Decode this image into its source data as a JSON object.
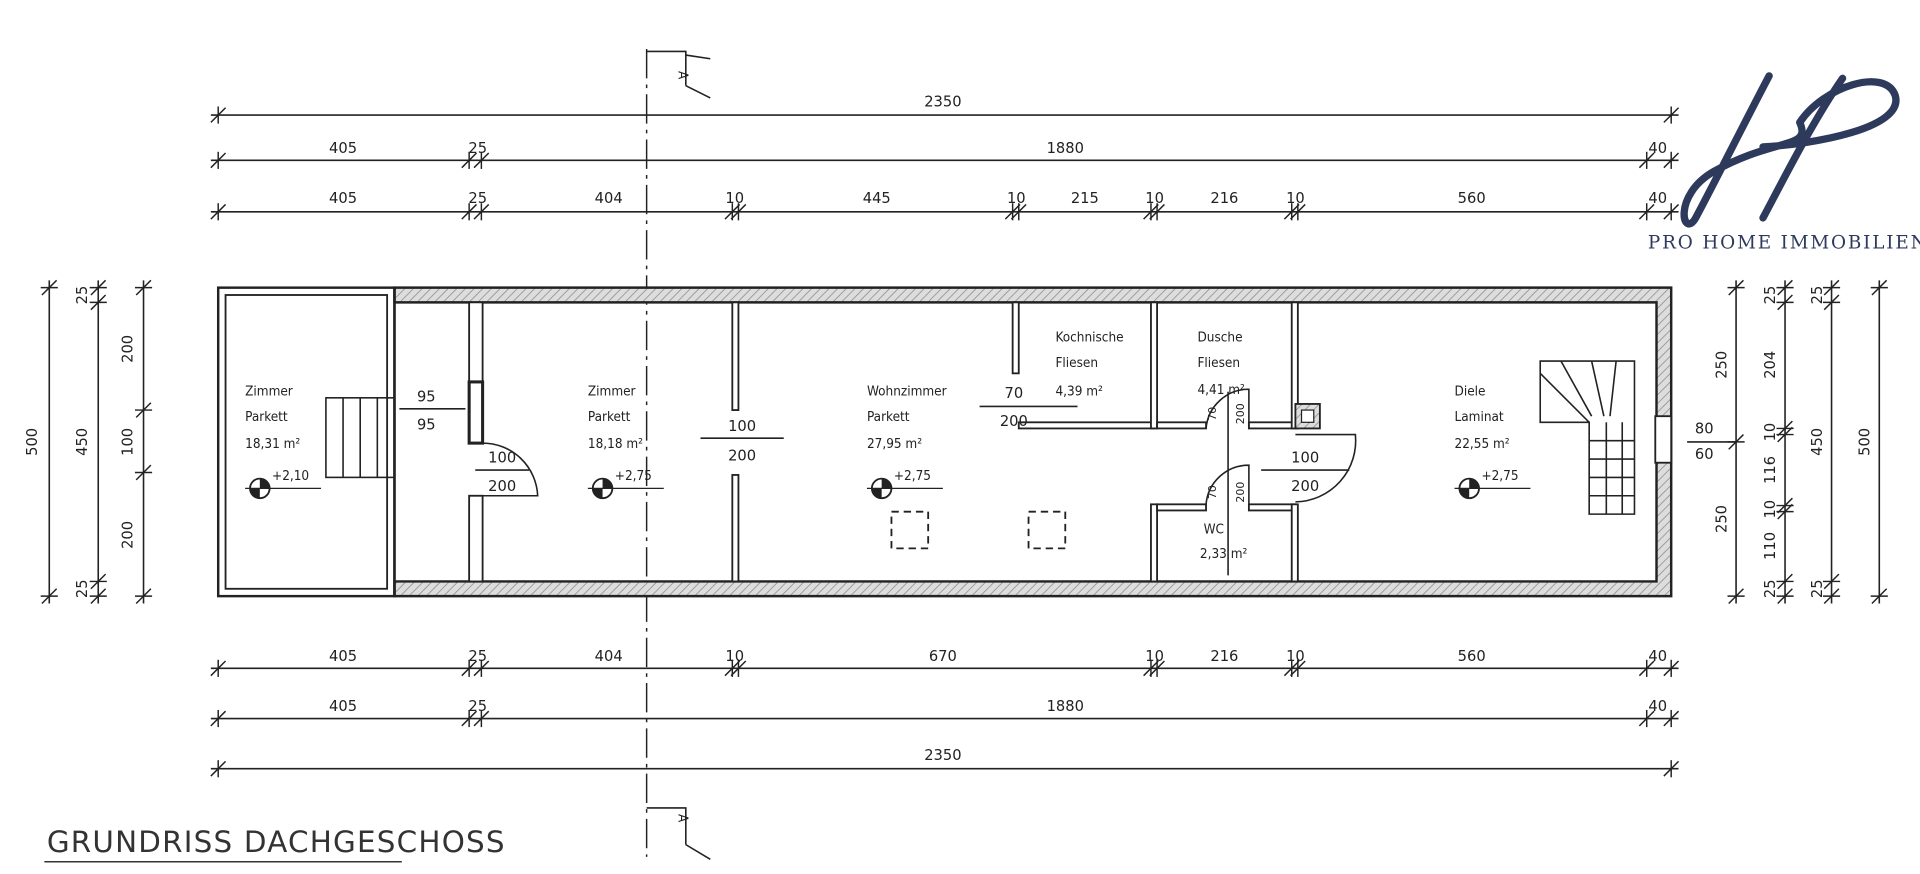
{
  "title": "GRUNDRISS DACHGESCHOSS",
  "logo": {
    "monogram": "HP",
    "brand": "PRO HOME IMMOBILIEN",
    "color": "#2d3a5c"
  },
  "section_marker": "A",
  "dims_top": {
    "row1": [
      "2350"
    ],
    "row2": [
      "405",
      "25",
      "1880",
      "40"
    ],
    "row3": [
      "405",
      "25",
      "404",
      "10",
      "445",
      "10",
      "215",
      "10",
      "216",
      "10",
      "560",
      "40"
    ]
  },
  "dims_bottom": {
    "row1": [
      "405",
      "25",
      "404",
      "10",
      "670",
      "10",
      "216",
      "10",
      "560",
      "40"
    ],
    "row2": [
      "405",
      "25",
      "1880",
      "40"
    ],
    "row3": [
      "2350"
    ]
  },
  "dims_left": {
    "outer": "500",
    "mid": [
      "25",
      "450",
      "25"
    ],
    "inner": [
      "200",
      "100",
      "200"
    ]
  },
  "dims_right": {
    "a": [
      "250",
      "250"
    ],
    "b": [
      "25",
      "204",
      "10",
      "116",
      "10",
      "110",
      "25"
    ],
    "c": [
      "25",
      "450",
      "25"
    ],
    "d": "500"
  },
  "rooms": [
    {
      "name": "Zimmer",
      "floor": "Parkett",
      "area": "18,31 m²",
      "level": "+2,10"
    },
    {
      "name": "Zimmer",
      "floor": "Parkett",
      "area": "18,18 m²",
      "level": "+2,75"
    },
    {
      "name": "Wohnzimmer",
      "floor": "Parkett",
      "area": "27,95 m²",
      "level": "+2,75"
    },
    {
      "name": "Kochnische",
      "floor": "Fliesen",
      "area": "4,39 m²"
    },
    {
      "name": "Dusche",
      "floor": "Fliesen",
      "area": "4,41 m²"
    },
    {
      "name": "WC",
      "area": "2,33 m²"
    },
    {
      "name": "Diele",
      "floor": "Laminat",
      "area": "22,55 m²",
      "level": "+2,75"
    }
  ],
  "openings": [
    {
      "w": "95",
      "h": "95"
    },
    {
      "w": "100",
      "h": "200"
    },
    {
      "w": "100",
      "h": "200"
    },
    {
      "w": "70",
      "h": "200"
    },
    {
      "w": "100",
      "h": "200"
    },
    {
      "w": "80",
      "h": "60"
    }
  ],
  "door_small": [
    "70",
    "200",
    "70",
    "200"
  ]
}
